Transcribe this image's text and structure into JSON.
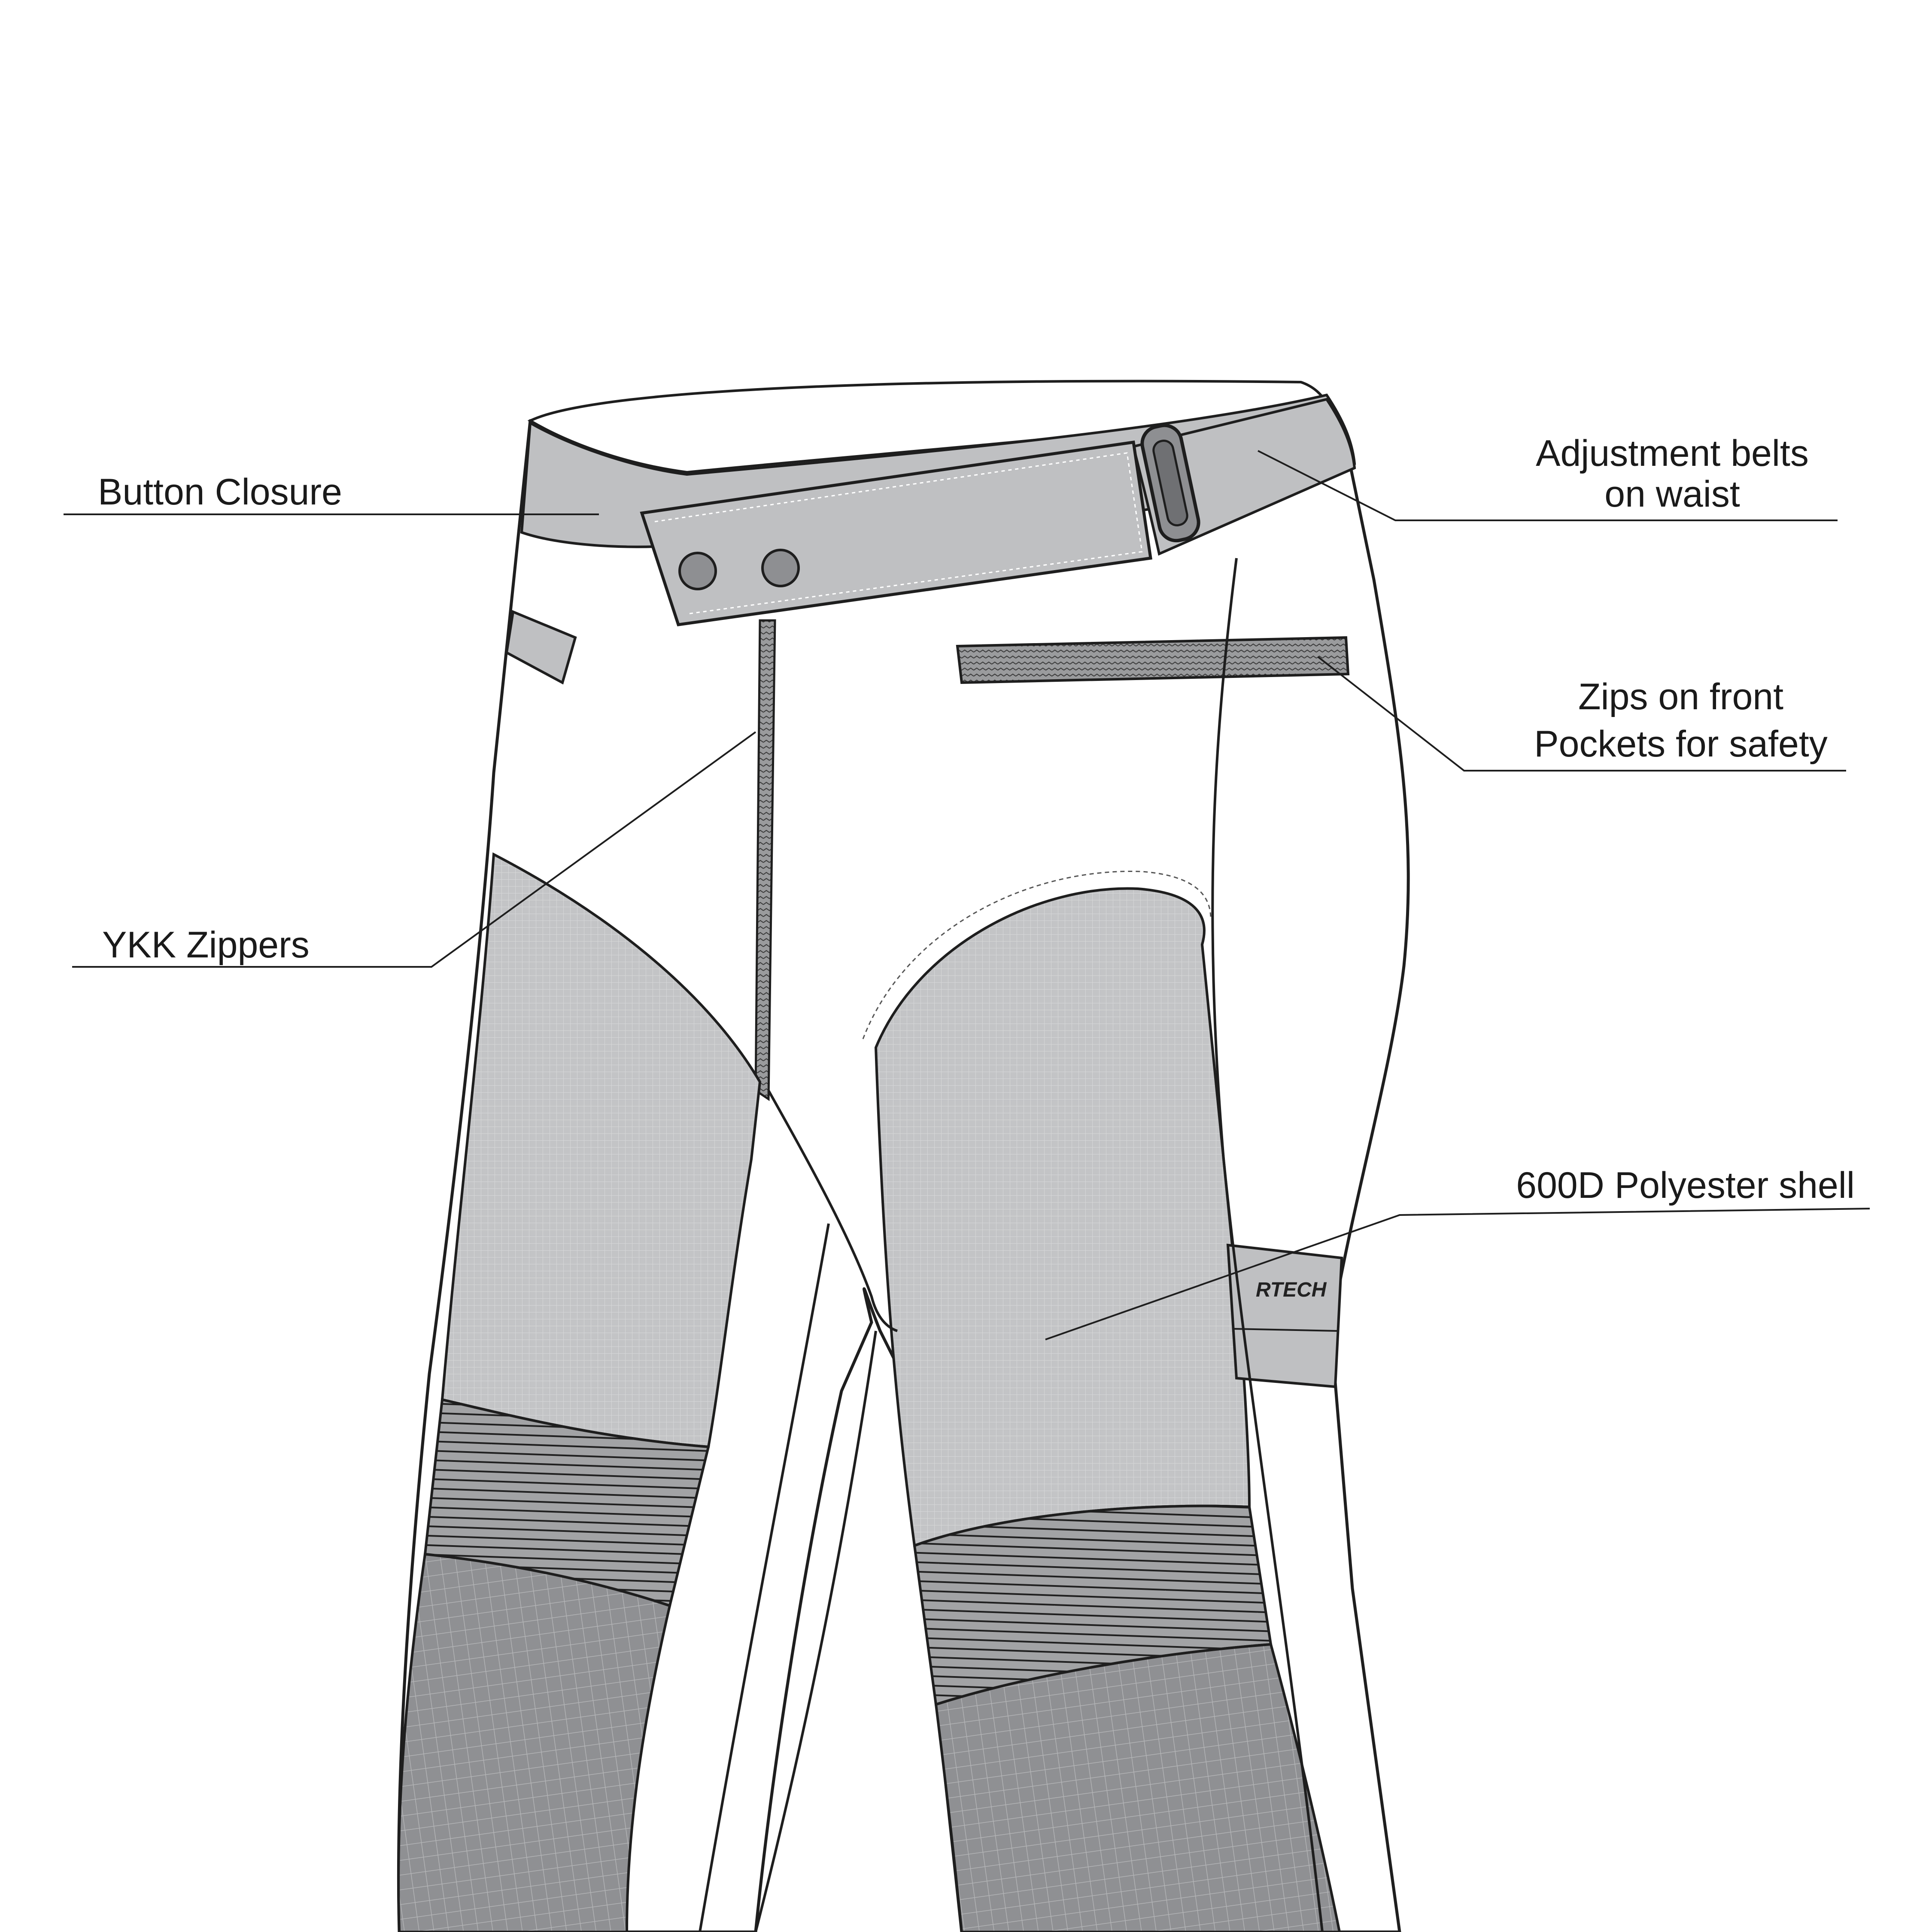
{
  "callouts": {
    "button_closure": "Button Closure",
    "adjustment_belts_line1": "Adjustment belts",
    "adjustment_belts_line2": "on waist",
    "zips_line1": "Zips on front",
    "zips_line2": "Pockets for safety",
    "ykk": "YKK Zippers",
    "shell": "600D Polyester shell"
  },
  "brand_label": "RTECH",
  "colors": {
    "outline": "#1e1e1e",
    "panel_light": "#bfc0c2",
    "panel_dark": "#8e8f92",
    "background": "#ffffff"
  }
}
